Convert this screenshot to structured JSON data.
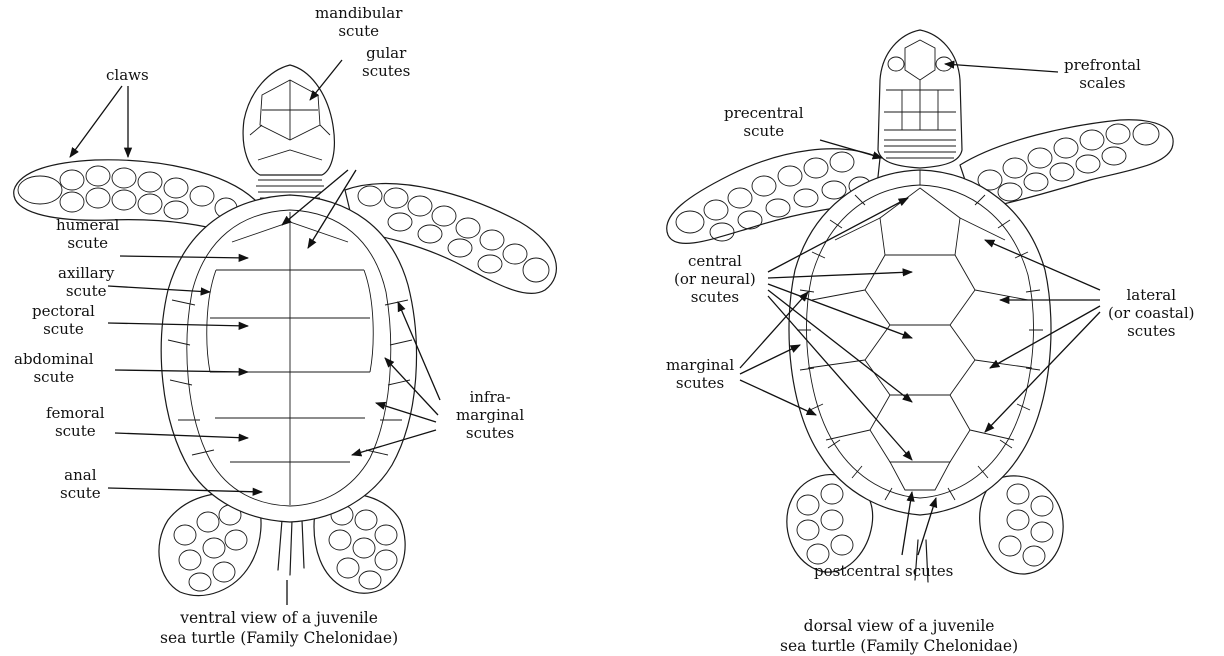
{
  "ventral": {
    "labels": {
      "mandibular": [
        "mandibular",
        "scute"
      ],
      "claws": [
        "claws"
      ],
      "gular": [
        "gular",
        "scutes"
      ],
      "humeral": [
        "humeral",
        "scute"
      ],
      "axillary": [
        "axillary",
        "scute"
      ],
      "pectoral": [
        "pectoral",
        "scute"
      ],
      "abdominal": [
        "abdominal",
        "scute"
      ],
      "femoral": [
        "femoral",
        "scute"
      ],
      "anal": [
        "anal",
        "scute"
      ],
      "inframarginal": [
        "infra-",
        "marginal",
        "scutes"
      ]
    },
    "caption": [
      "ventral view of a juvenile",
      "sea turtle (Family Chelonidae)"
    ]
  },
  "dorsal": {
    "labels": {
      "prefrontal": [
        "prefrontal",
        "scales"
      ],
      "precentral": [
        "precentral",
        "scute"
      ],
      "central": [
        "central",
        "(or neural)",
        "scutes"
      ],
      "lateral": [
        "lateral",
        "(or coastal)",
        "scutes"
      ],
      "marginal": [
        "marginal",
        "scutes"
      ],
      "postcentral": [
        "postcentral scutes"
      ]
    },
    "caption": [
      "dorsal view of a juvenile",
      "sea turtle (Family Chelonidae)"
    ]
  }
}
